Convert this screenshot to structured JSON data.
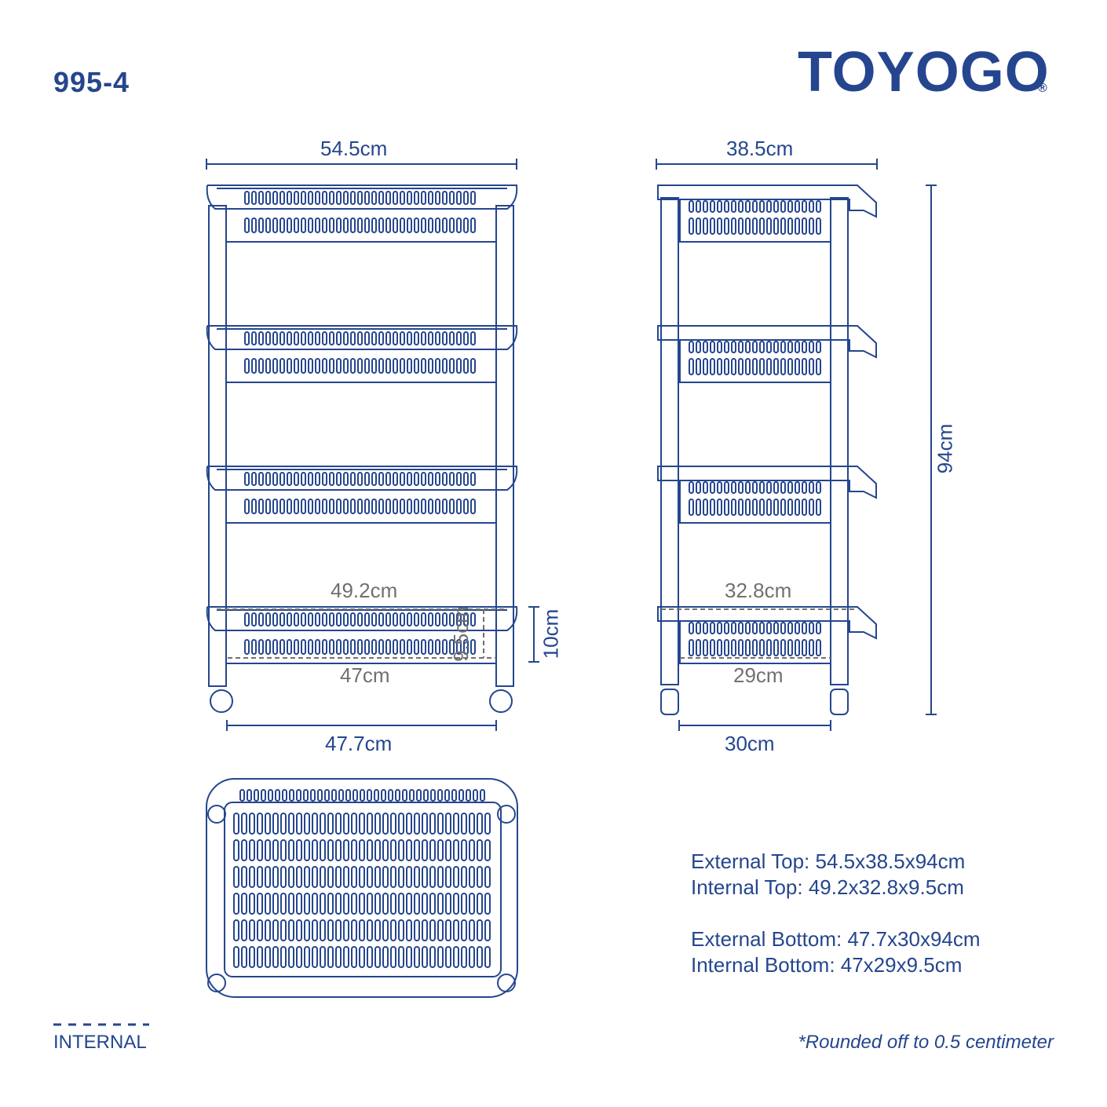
{
  "model": "995-4",
  "brand": {
    "name": "TOYOGO",
    "registered_mark": "®"
  },
  "front_view": {
    "external_width_top": "54.5cm",
    "external_width_bottom": "47.7cm",
    "internal_width_top": "49.2cm",
    "internal_width_bottom": "47cm",
    "internal_depth": "9.5cm",
    "basket_height": "10cm"
  },
  "side_view": {
    "external_depth_top": "38.5cm",
    "external_depth_bottom": "30cm",
    "internal_depth_top": "32.8cm",
    "internal_depth_bottom": "29cm",
    "total_height": "94cm"
  },
  "specs": [
    "External Top: 54.5x38.5x94cm",
    "Internal Top: 49.2x32.8x9.5cm",
    "External Bottom: 47.7x30x94cm",
    "Internal Bottom: 47x29x9.5cm"
  ],
  "legend": {
    "label": "INTERNAL"
  },
  "note": "*Rounded off to 0.5 centimeter",
  "colors": {
    "line": "#25468e",
    "internal_dim": "#707070"
  }
}
